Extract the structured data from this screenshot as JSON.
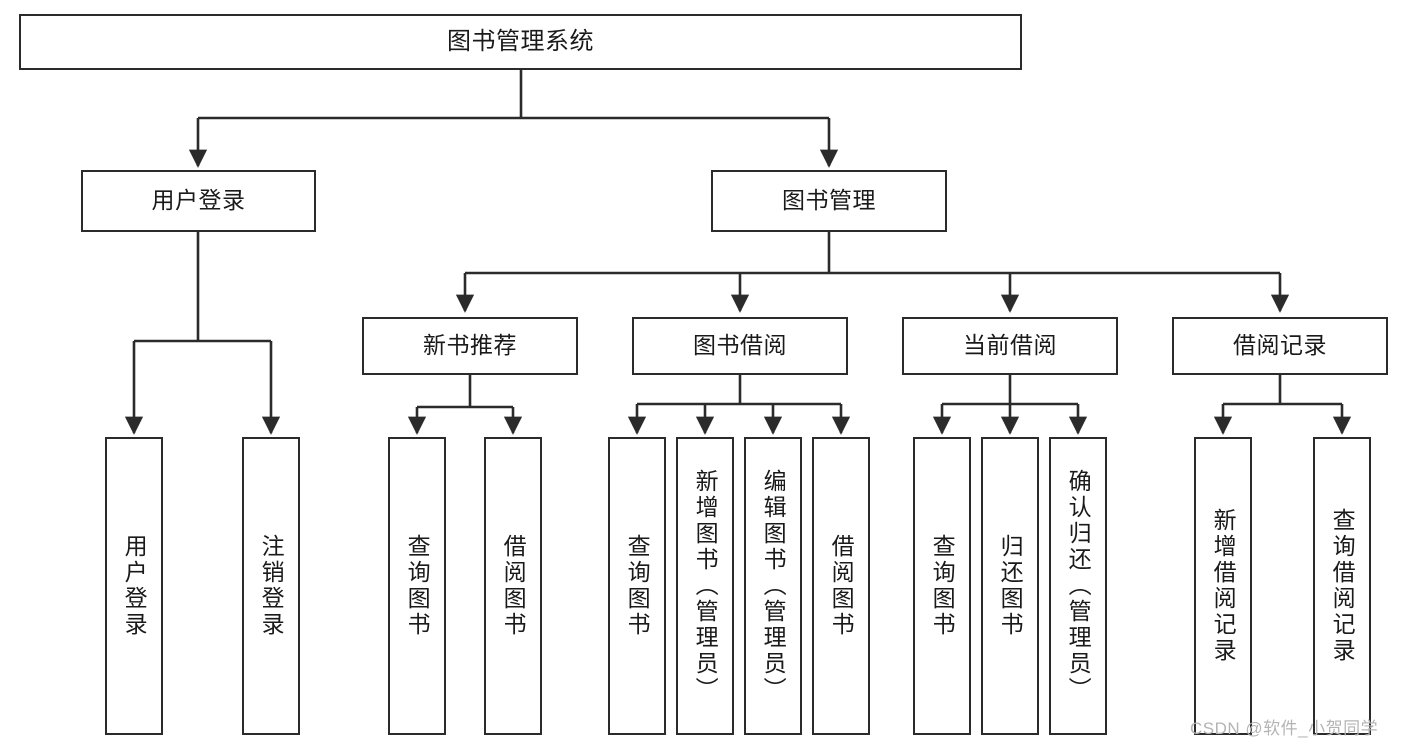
{
  "diagram": {
    "title": "图书管理系统",
    "type": "tree-hierarchy",
    "edge_color": "#2b2b2b",
    "box_border_color": "#2b2b2b",
    "box_fill_color": "#ffffff",
    "text_color": "#1a1a1a"
  },
  "root": {
    "label": "图书管理系统"
  },
  "level2": {
    "user_login": {
      "label": "用户登录"
    },
    "book_manage": {
      "label": "图书管理"
    }
  },
  "level3": {
    "new_book_rec": {
      "label": "新书推荐"
    },
    "book_borrow": {
      "label": "图书借阅"
    },
    "current_borrow": {
      "label": "当前借阅"
    },
    "borrow_record": {
      "label": "借阅记录"
    }
  },
  "leaves": {
    "user_login_1": {
      "label": "用户登录"
    },
    "user_login_2": {
      "label": "注销登录"
    },
    "new_book_1": {
      "label": "查询图书"
    },
    "new_book_2": {
      "label": "借阅图书"
    },
    "borrow_1": {
      "label": "查询图书"
    },
    "borrow_2": {
      "label": "新增图书（管理员）"
    },
    "borrow_3": {
      "label": "编辑图书（管理员）"
    },
    "borrow_4": {
      "label": "借阅图书"
    },
    "current_1": {
      "label": "查询图书"
    },
    "current_2": {
      "label": "归还图书"
    },
    "current_3": {
      "label": "确认归还（管理员）"
    },
    "record_1": {
      "label": "新增借阅记录"
    },
    "record_2": {
      "label": "查询借阅记录"
    }
  },
  "watermark": {
    "text": "CSDN @软件_小贺同学",
    "color": "#b4b4b4"
  }
}
